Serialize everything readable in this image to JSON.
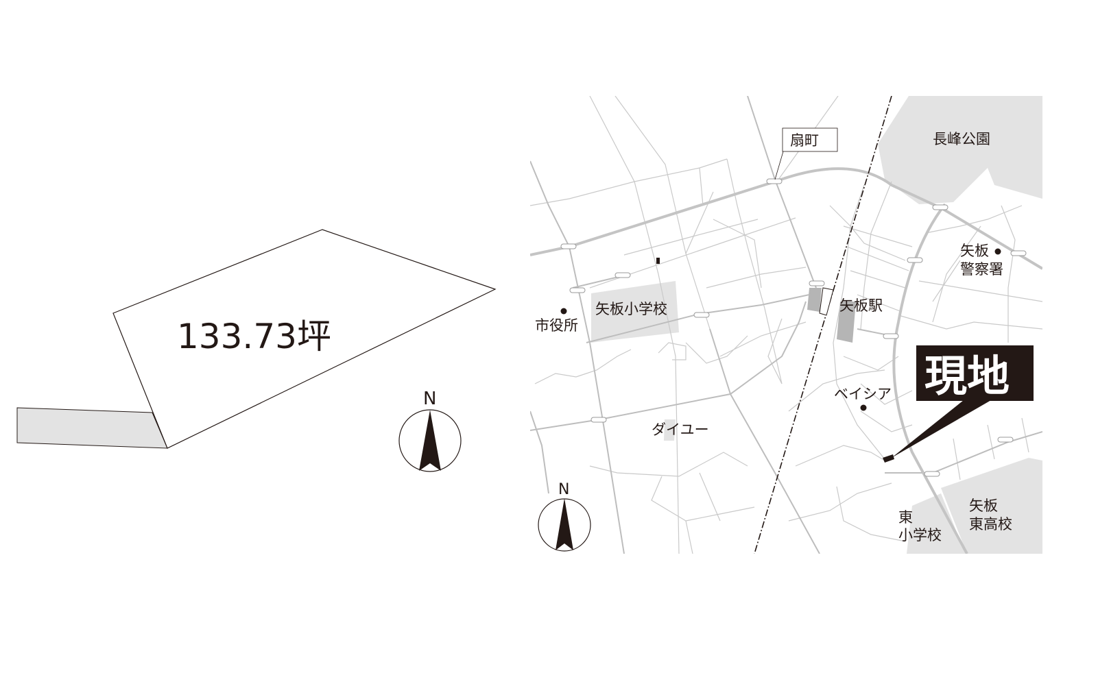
{
  "parcel": {
    "area_label": "133.73坪"
  },
  "compass": {
    "north_label": "N"
  },
  "map": {
    "labels": {
      "ougimachi": "扇町",
      "nagamine_park": "長峰公園",
      "police_line1": "矢板",
      "police_line2": "警察署",
      "yaita_elementary": "矢板小学校",
      "city_hall": "市役所",
      "yaita_station": "矢板駅",
      "beisia": "ベイシア",
      "daiyu": "ダイユー",
      "higashi_es_line1": "東",
      "higashi_es_line2": "小学校",
      "higashi_hs_line1": "矢板",
      "higashi_hs_line2": "東高校"
    },
    "site_label": "現地",
    "north_label": "N"
  },
  "colors": {
    "ink": "#231815",
    "area_fill": "#e3e3e3",
    "road": "#c4c4c4"
  }
}
